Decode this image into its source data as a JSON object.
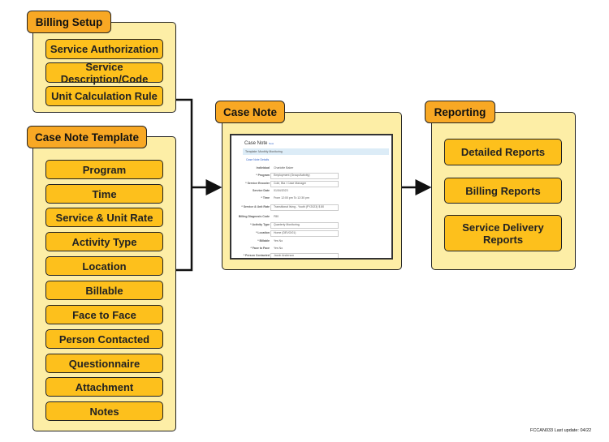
{
  "billing_setup": {
    "title": "Billing Setup",
    "items": [
      "Service Authorization",
      "Service Description/Code",
      "Unit Calculation Rule"
    ]
  },
  "case_note_template": {
    "title": "Case Note Template",
    "items": [
      "Program",
      "Time",
      "Service & Unit Rate",
      "Activity Type",
      "Location",
      "Billable",
      "Face to Face",
      "Person Contacted",
      "Questionnaire",
      "Attachment",
      "Notes"
    ]
  },
  "case_note": {
    "title": "Case Note",
    "screenshot": {
      "heading": "Case Note",
      "new_badge": "New",
      "template_banner": "Template: Monthly Monitoring",
      "section": "Case Note Details",
      "fields": [
        {
          "label": "Individual",
          "value": "Charlotte Baker"
        },
        {
          "label": "* Program",
          "value": "Employment (Group/Activity)"
        },
        {
          "label": "* Service Encoder",
          "value": "Cole, Bia / Case Manager"
        },
        {
          "label": "Service Date",
          "value": "01/04/2023"
        },
        {
          "label": "* Time",
          "value": "From 12:00 pm   To 12:30 pm"
        },
        {
          "label": "* Service & Unit Rate",
          "value": "Transitional living - Youth (FY2023) $ 80"
        },
        {
          "label": "Billing Diagnosis Code",
          "value": "F80"
        },
        {
          "label": "* Activity Type",
          "value": "Quarterly Monitoring"
        },
        {
          "label": "* Location",
          "value": "Home (DEVO/01)"
        },
        {
          "label": "* Billable",
          "value": "Yes  No"
        },
        {
          "label": "* Face to Face",
          "value": "Yes  No"
        },
        {
          "label": "* Person Contacted",
          "value": "Jacob Anderson"
        }
      ]
    }
  },
  "reporting": {
    "title": "Reporting",
    "items": [
      "Detailed Reports",
      "Billing Reports",
      "Service Delivery Reports"
    ]
  },
  "footer": "FCCAN033  Last update: 04/22"
}
